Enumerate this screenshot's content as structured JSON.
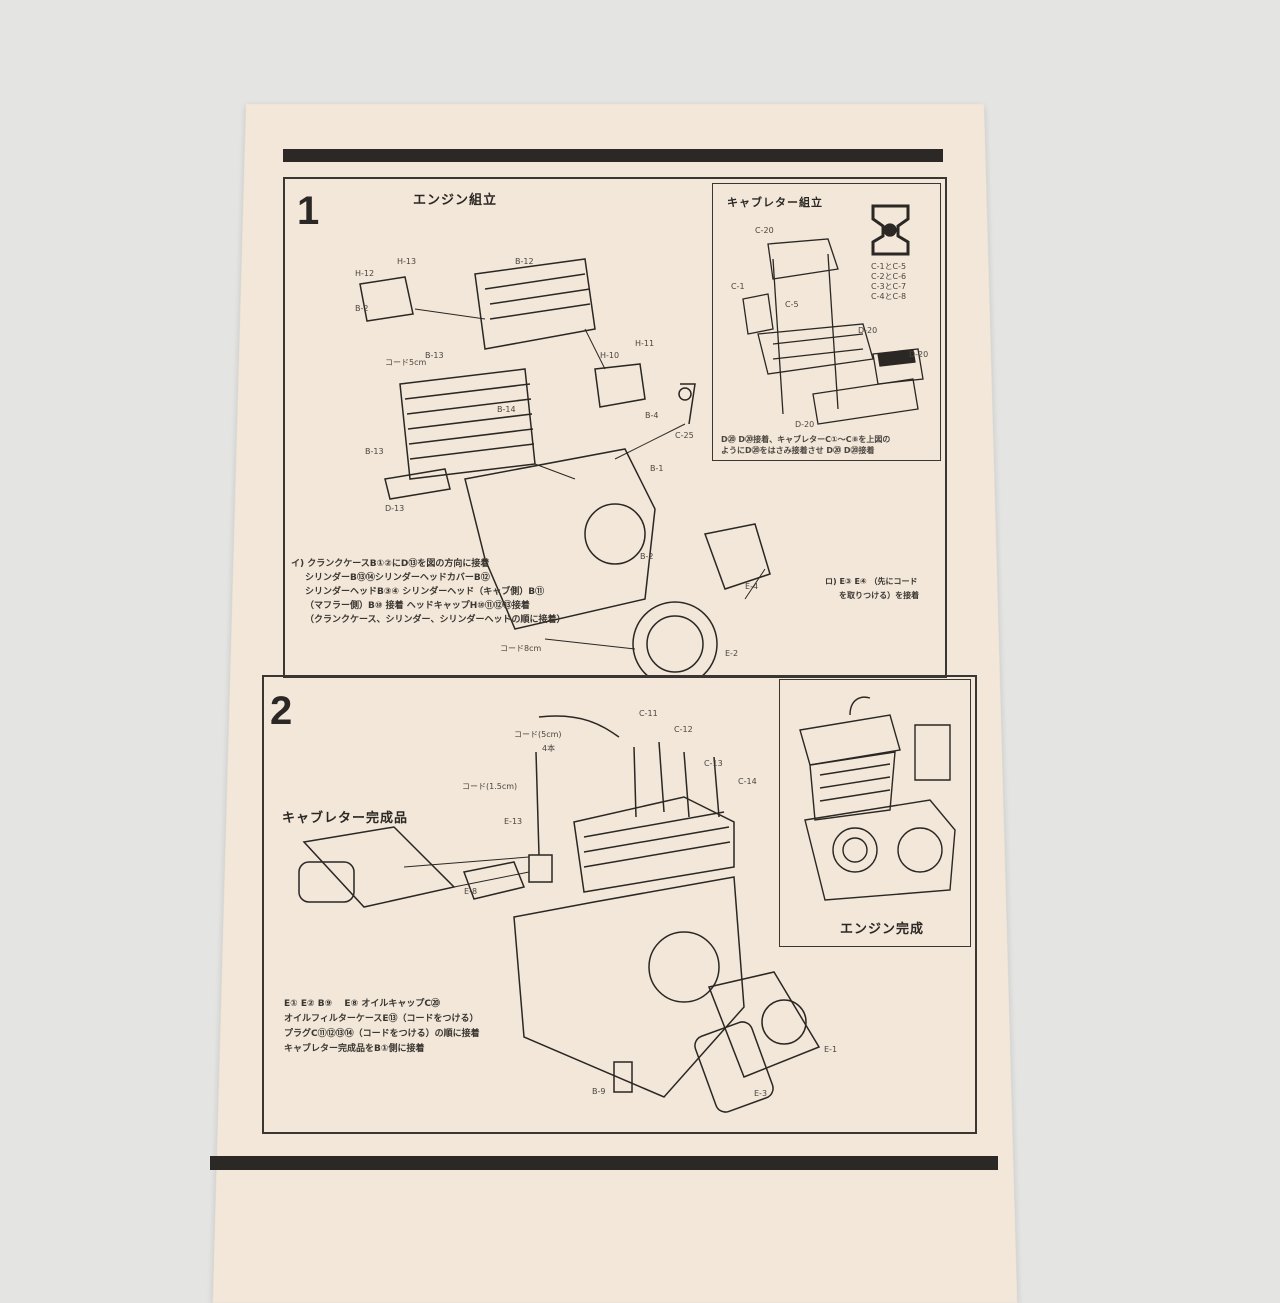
{
  "step1": {
    "number": "1",
    "title": "エンジン組立",
    "labels": [
      "H-12",
      "H-13",
      "B-12",
      "B-2",
      "コード5cm",
      "B-13",
      "H-11",
      "H-10",
      "B-14",
      "B-4",
      "C-25",
      "B-13",
      "B-1",
      "D-13",
      "B-2",
      "E-4",
      "E-2",
      "コード8cm"
    ],
    "notes": [
      "イ) クランクケースB①②にD⑬を図の方向に接着",
      "シリンダーB⑬⑭シリンダーヘッドカバーB⑫",
      "シリンダーヘッドB③④ シリンダーヘッド（キャブ側）B⑪",
      "（マフラー側）B⑩ 接着 ヘッドキャップH⑩⑪⑫⑬接着",
      "（クランクケース、シリンダー、シリンダーヘッドの順に接着）"
    ],
    "side_note": [
      "ロ) E③ E④ （先にコード",
      "を取りつける）を接着"
    ],
    "carb_inset": {
      "title": "キャブレター組立",
      "labels": [
        "C-20",
        "C-1",
        "C-5",
        "D-20",
        "D-20",
        "D-20"
      ],
      "parts_list": [
        "C-1とC-5",
        "C-2とC-6",
        "C-3とC-7",
        "C-4とC-8"
      ],
      "notes": [
        "D⑳ D⑳接着、キャブレターC①～C⑧を上図の",
        "ようにD⑳をはさみ接着させ D⑳ D⑳接着"
      ]
    }
  },
  "step2": {
    "number": "2",
    "carb_label": "キャブレター完成品",
    "labels": [
      "コード(5cm)",
      "4本",
      "C-11",
      "C-12",
      "C-13",
      "C-14",
      "コード(1.5cm)",
      "E-13",
      "E-8",
      "E-1",
      "B-9",
      "E-3"
    ],
    "notes": [
      "E① E② B⑨　 E⑧ オイルキャップC⑳",
      "オイルフィルターケースE⑬（コードをつける）",
      "プラグC⑪⑫⑬⑭（コードをつける）の順に接着",
      "キャブレター完成品をB①側に接着"
    ],
    "complete_label": "エンジン完成"
  }
}
